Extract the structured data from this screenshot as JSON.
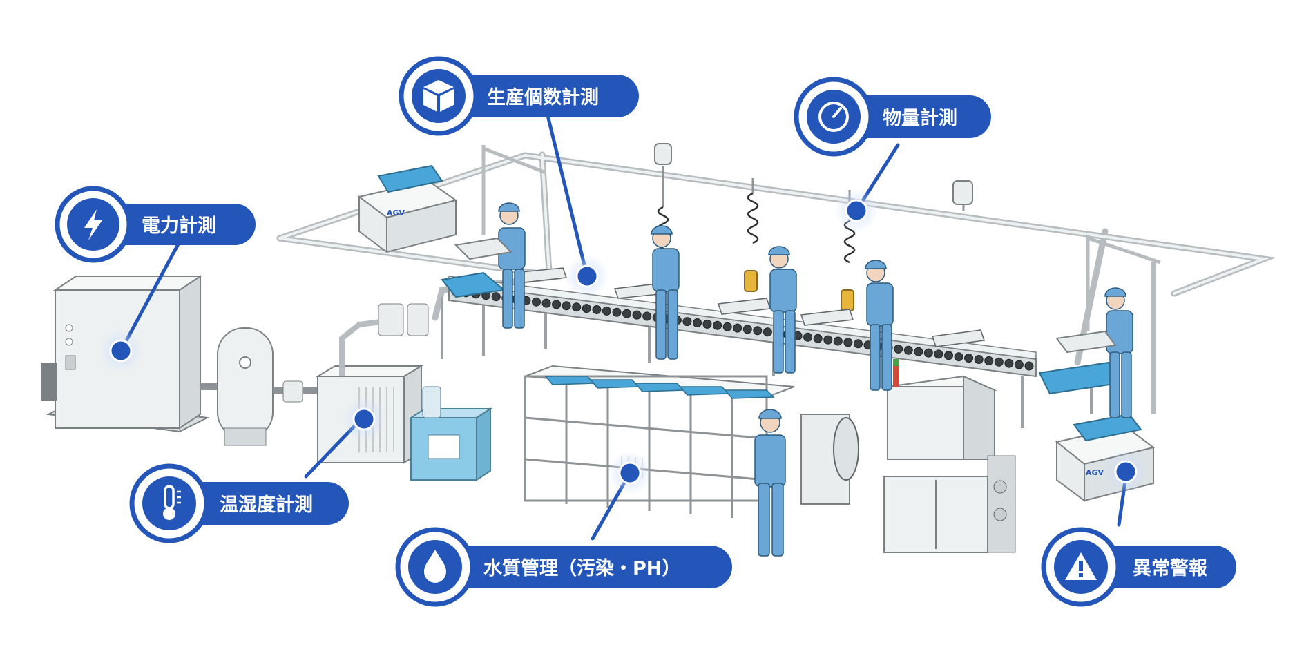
{
  "colors": {
    "accent": "#2356b8",
    "accent_dark": "#1a3f8f",
    "glow": "#bcd0f2",
    "machine": "#e9edee",
    "machine_line": "#7a8084",
    "worker": "#6aa6d6",
    "tray": "#4aa6d8",
    "pipe": "#d7dcde"
  },
  "callouts": [
    {
      "id": "power",
      "label": "電力計測",
      "icon": "lightning-icon"
    },
    {
      "id": "production",
      "label": "生産個数計測",
      "icon": "box-icon"
    },
    {
      "id": "quantity",
      "label": "物量計測",
      "icon": "gauge-icon"
    },
    {
      "id": "temp",
      "label": "温湿度計測",
      "icon": "thermometer-icon"
    },
    {
      "id": "water",
      "label": "水質管理（汚染・PH）",
      "icon": "water-drop-icon"
    },
    {
      "id": "alarm",
      "label": "異常警報",
      "icon": "warning-icon"
    }
  ],
  "agv_label": "AGV"
}
